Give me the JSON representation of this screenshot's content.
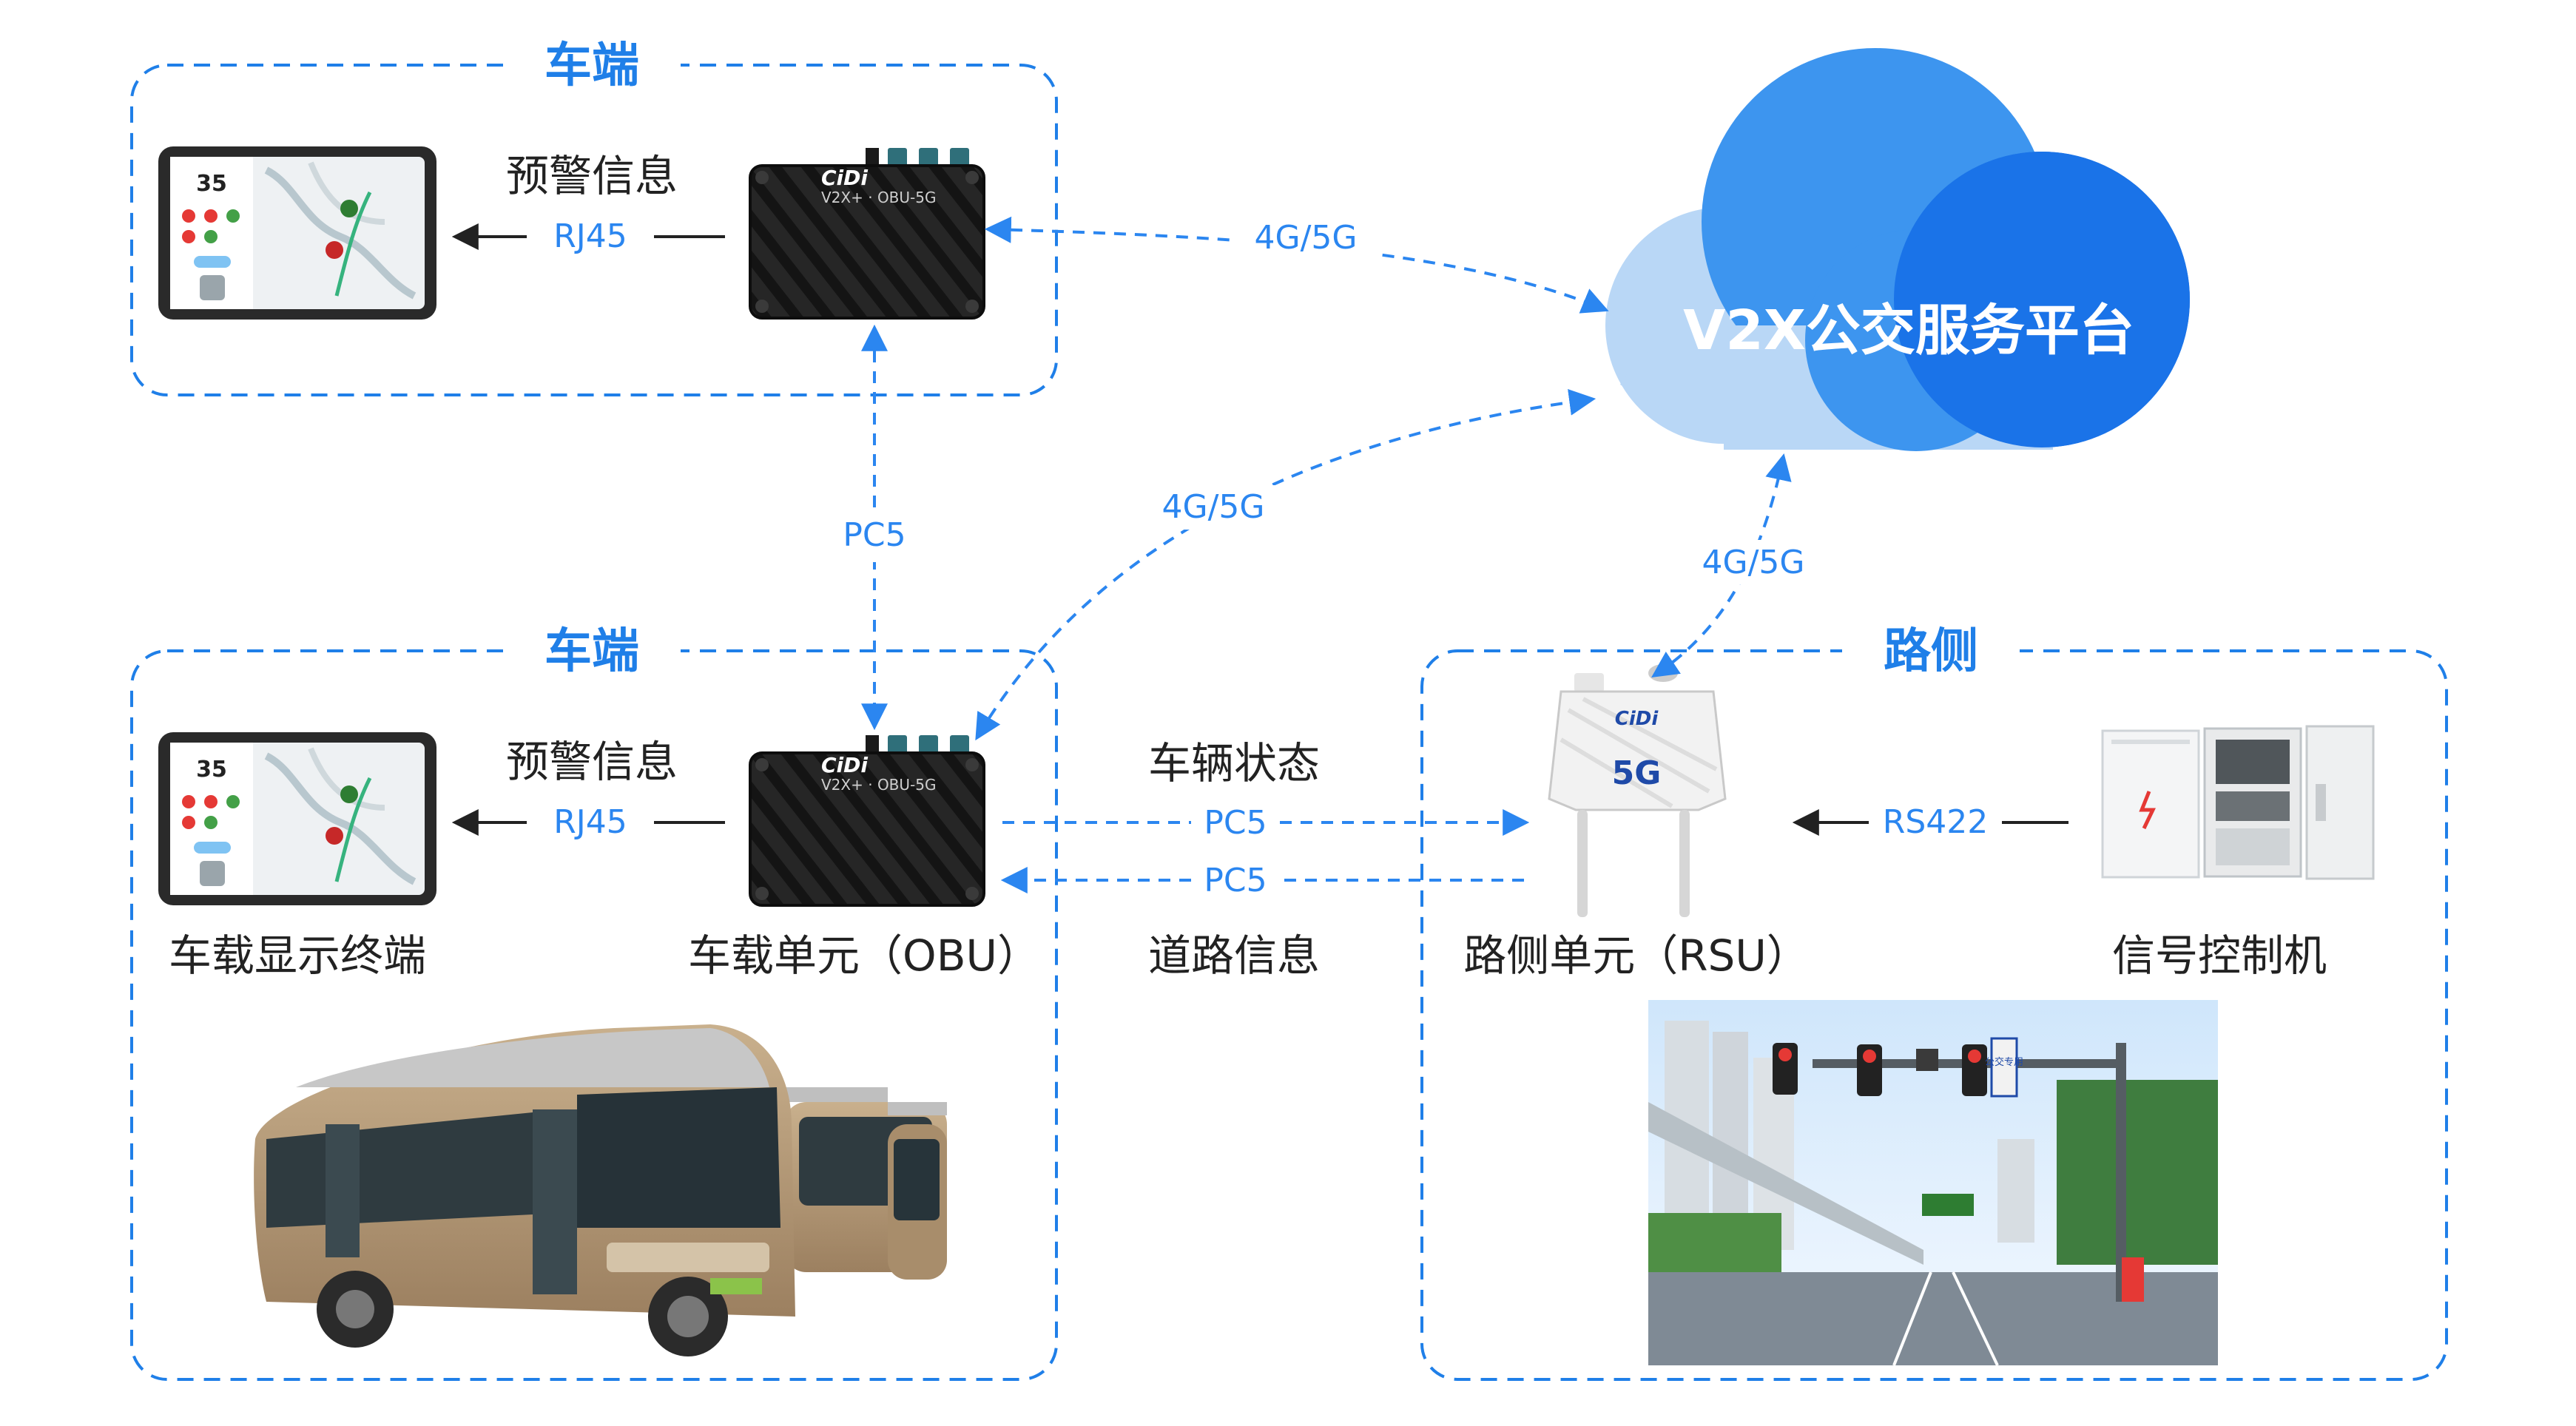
{
  "groups": {
    "vehicle_top": "车端",
    "vehicle_bottom": "车端",
    "roadside": "路侧"
  },
  "cloud": {
    "title": "V2X公交服务平台"
  },
  "top_section": {
    "warning_label": "预警信息",
    "link_protocol": "RJ45",
    "display": {
      "speed": "35"
    },
    "obu": {
      "brand": "CiDi",
      "model": "V2X+ · OBU-5G"
    }
  },
  "bottom_section": {
    "warning_label": "预警信息",
    "link_protocol": "RJ45",
    "display_name": "车载显示终端",
    "display": {
      "speed": "35"
    },
    "obu_name": "车载单元（OBU）",
    "obu": {
      "brand": "CiDi",
      "model": "V2X+ · OBU-5G"
    },
    "vehicle_status_label": "车辆状态",
    "pc5_out": "PC5",
    "pc5_in": "PC5",
    "road_info_label": "道路信息"
  },
  "roadside_section": {
    "rsu_name": "路侧单元（RSU）",
    "rsu": {
      "brand": "CiDi",
      "badge": "5G"
    },
    "signal_name": "信号控制机",
    "signal_protocol": "RS422",
    "road_sign": "公交专用"
  },
  "links": {
    "obu_to_obu": "PC5",
    "top_obu_cloud": "4G/5G",
    "bottom_obu_cloud": "4G/5G",
    "rsu_cloud": "4G/5G"
  },
  "colors": {
    "accent_blue": "#1f7fe8",
    "dash_blue": "#2b86f0",
    "cloud_dark": "#1a73e8",
    "cloud_mid": "#3d95ef",
    "cloud_light": "#b9d7f6",
    "device_black": "#222222",
    "connector_teal": "#2f6f7a",
    "bus_body": "#b59a78"
  },
  "icons": {
    "display_terminal": "tablet-display-icon",
    "obu": "obu-device-icon",
    "rsu": "rsu-device-icon",
    "signal_controller": "signal-cabinet-icon",
    "bus": "bus-image",
    "intersection": "intersection-photo"
  }
}
